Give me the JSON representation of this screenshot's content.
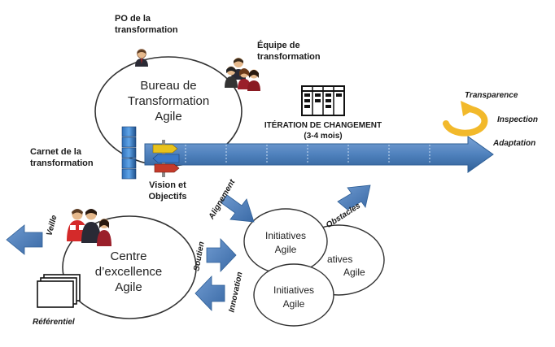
{
  "roles": {
    "po": "PO de la transformation",
    "equipe": "Équipe de transformation",
    "carnet": "Carnet de la transformation",
    "vision": "Vision et Objectifs",
    "referentiel": "Référentiel"
  },
  "bureau": {
    "line1": "Bureau de",
    "line2": "Transformation",
    "line3": "Agile"
  },
  "iteration": {
    "title": "ITÉRATION DE CHANGEMENT",
    "duration": "(3-4 mois)"
  },
  "pillars": {
    "transparence": "Transparence",
    "inspection": "Inspection",
    "adaptation": "Adaptation"
  },
  "centre": {
    "line1": "Centre",
    "line2": "d’excellence",
    "line3": "Agile"
  },
  "initiatives": {
    "line1": "Initiatives",
    "line2": "Agile",
    "back_fragment_1": "atives",
    "back_fragment_2": "Agile"
  },
  "flows": {
    "alignement": "Alignement",
    "obstacles": "Obstacles",
    "soutien": "Soutien",
    "innovation": "Innovation",
    "veille": "Veille"
  },
  "colors": {
    "arrow_blue": "#4f81bd",
    "arrow_edge": "#2f5f96",
    "cycle_orange": "#f2b92b",
    "ellipse_stroke": "#333333"
  }
}
